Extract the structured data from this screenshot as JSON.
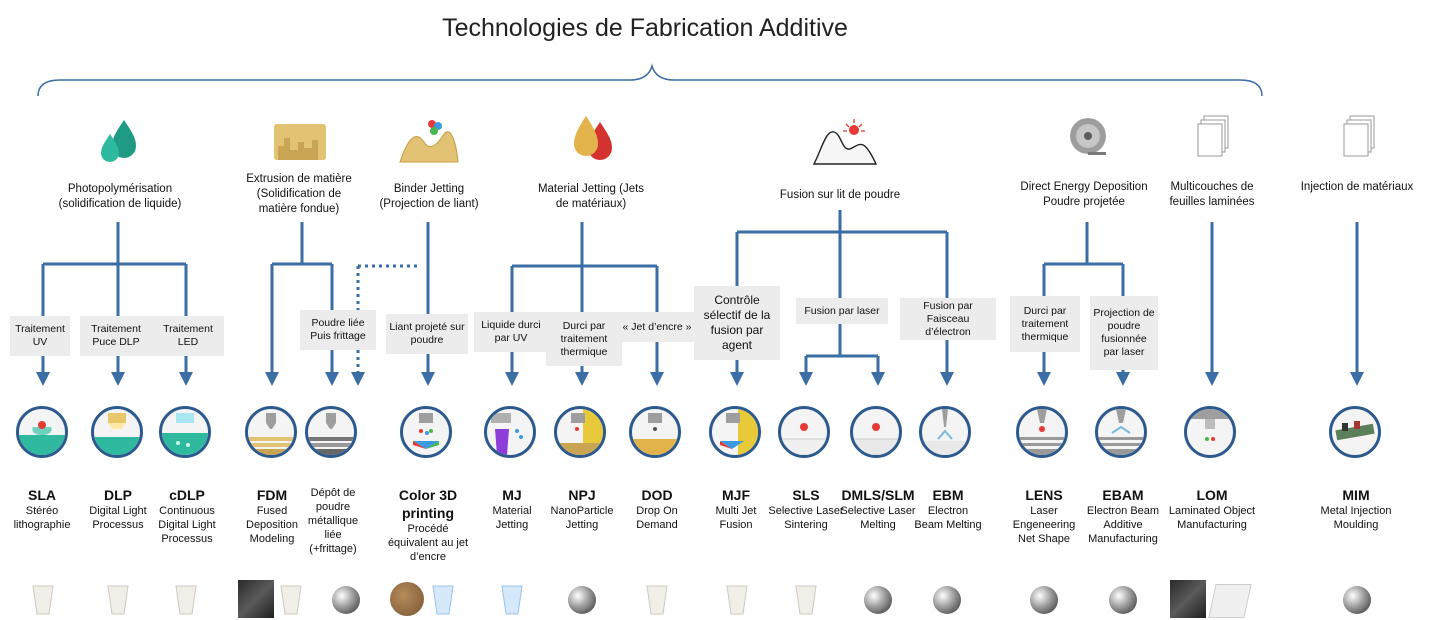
{
  "title": "Technologies de Fabrication Additive",
  "categories": {
    "photopoly": "Photopolymérisation (solidification de liquide)",
    "extrusion": "Extrusion de matière (Solidification de matière fondue)",
    "binder": "Binder Jetting (Projection de liant)",
    "material_jetting": "Material Jetting (Jets de matériaux)",
    "fusion_lit": "Fusion sur lit de poudre",
    "ded": "Direct Energy Deposition Poudre projetée",
    "multicouches": "Multicouches de feuilles laminées",
    "injection": "Injection de matériaux"
  },
  "sublabels": {
    "uv": "Traitement UV",
    "puce_dlp": "Traitement Puce DLP",
    "led": "Traitement LED",
    "poudre_liee": "Poudre liée Puis frittage",
    "liant_projete": "Liant projeté sur poudre",
    "liquide_uv": "Liquide durci par UV",
    "durci_thermique": "Durci par traitement thermique",
    "jet_encre": "« Jet d’encre »",
    "controle": "Contrôle sélectif de la fusion par agent",
    "fusion_laser": "Fusion par laser",
    "fusion_faisceau": "Fusion par Faisceau d’électron",
    "durci_thermique2": "Durci par traitement thermique",
    "projection": "Projection de poudre fusionnée par laser"
  },
  "technologies": [
    {
      "abbr": "SLA",
      "name": "Stéréo lithographie"
    },
    {
      "abbr": "DLP",
      "name": "Digital Light Processus"
    },
    {
      "abbr": "cDLP",
      "name": "Continuous Digital Light Processus"
    },
    {
      "abbr": "FDM",
      "name": "Fused Deposition Modeling"
    },
    {
      "abbr": "",
      "name": "Dépôt de poudre métallique liée (+frittage)"
    },
    {
      "abbr": "Color 3D printing",
      "name": "Procédé équivalent au jet d’encre"
    },
    {
      "abbr": "MJ",
      "name": "Material Jetting"
    },
    {
      "abbr": "NPJ",
      "name": "NanoParticle Jetting"
    },
    {
      "abbr": "DOD",
      "name": "Drop On Demand"
    },
    {
      "abbr": "MJF",
      "name": "Multi Jet Fusion"
    },
    {
      "abbr": "SLS",
      "name": "Selective Laser Sintering"
    },
    {
      "abbr": "DMLS/SLM",
      "name": "Selective Laser Melting"
    },
    {
      "abbr": "EBM",
      "name": "Electron Beam Melting"
    },
    {
      "abbr": "LENS",
      "name": "Laser Engeneering Net Shape"
    },
    {
      "abbr": "EBAM",
      "name": "Electron Beam Additive Manufacturing"
    },
    {
      "abbr": "LOM",
      "name": "Laminated Object Manufacturing"
    },
    {
      "abbr": "MIM",
      "name": "Metal Injection Moulding"
    }
  ],
  "colors": {
    "line": "#3a6ea5",
    "circle_border": "#2d5a8e",
    "label_bg": "#ececec"
  }
}
